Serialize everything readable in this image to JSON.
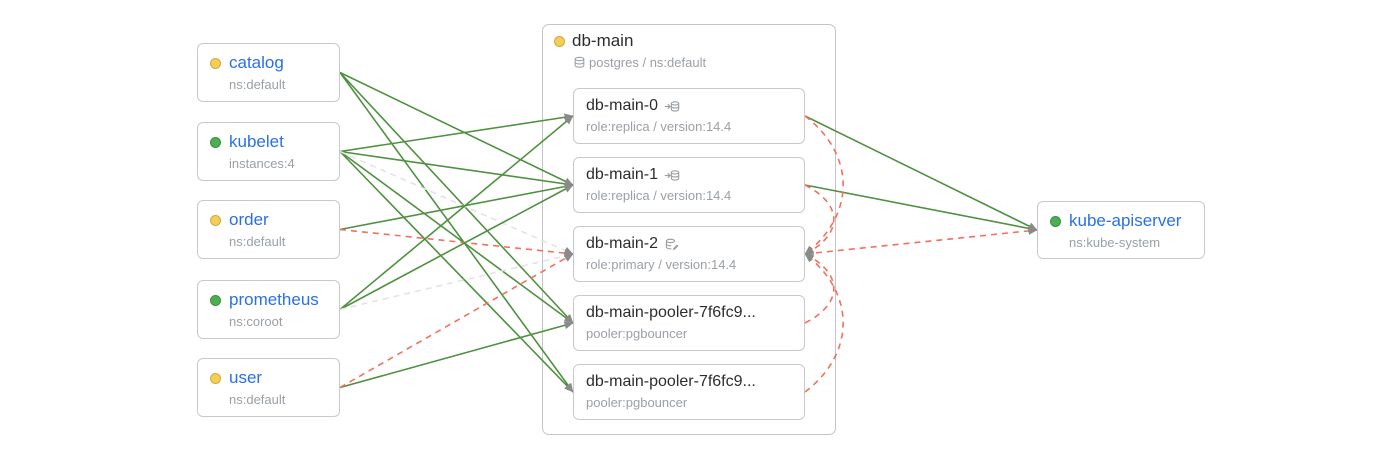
{
  "diagram": {
    "left_nodes": [
      {
        "id": "catalog",
        "title": "catalog",
        "subtitle": "ns:default",
        "status": "yellow"
      },
      {
        "id": "kubelet",
        "title": "kubelet",
        "subtitle": "instances:4",
        "status": "green"
      },
      {
        "id": "order",
        "title": "order",
        "subtitle": "ns:default",
        "status": "yellow"
      },
      {
        "id": "prometheus",
        "title": "prometheus",
        "subtitle": "ns:coroot",
        "status": "green"
      },
      {
        "id": "user",
        "title": "user",
        "subtitle": "ns:default",
        "status": "yellow"
      }
    ],
    "group": {
      "id": "db-main",
      "title": "db-main",
      "subtitle": "postgres / ns:default",
      "status": "yellow",
      "instances": [
        {
          "id": "db-main-0",
          "title": "db-main-0",
          "subtitle": "role:replica / version:14.4",
          "icon": "database-import-icon"
        },
        {
          "id": "db-main-1",
          "title": "db-main-1",
          "subtitle": "role:replica / version:14.4",
          "icon": "database-import-icon"
        },
        {
          "id": "db-main-2",
          "title": "db-main-2",
          "subtitle": "role:primary / version:14.4",
          "icon": "database-edit-icon"
        },
        {
          "id": "pooler-a",
          "title": "db-main-pooler-7f6fc9...",
          "subtitle": "pooler:pgbouncer",
          "icon": null
        },
        {
          "id": "pooler-b",
          "title": "db-main-pooler-7f6fc9...",
          "subtitle": "pooler:pgbouncer",
          "icon": null
        }
      ]
    },
    "right_nodes": [
      {
        "id": "kube-apiserver",
        "title": "kube-apiserver",
        "subtitle": "ns:kube-system",
        "status": "green"
      }
    ],
    "edges": [
      {
        "from": "catalog",
        "to": "db-main-1",
        "type": "ok"
      },
      {
        "from": "catalog",
        "to": "pooler-a",
        "type": "ok"
      },
      {
        "from": "catalog",
        "to": "pooler-b",
        "type": "ok"
      },
      {
        "from": "kubelet",
        "to": "db-main-0",
        "type": "ok"
      },
      {
        "from": "kubelet",
        "to": "db-main-1",
        "type": "ok"
      },
      {
        "from": "kubelet",
        "to": "pooler-a",
        "type": "ok"
      },
      {
        "from": "kubelet",
        "to": "pooler-b",
        "type": "ok"
      },
      {
        "from": "kubelet",
        "to": "db-main-2",
        "type": "idle"
      },
      {
        "from": "order",
        "to": "db-main-1",
        "type": "ok"
      },
      {
        "from": "order",
        "to": "db-main-2",
        "type": "warn"
      },
      {
        "from": "prometheus",
        "to": "db-main-0",
        "type": "ok"
      },
      {
        "from": "prometheus",
        "to": "db-main-1",
        "type": "ok"
      },
      {
        "from": "prometheus",
        "to": "db-main-2",
        "type": "idle"
      },
      {
        "from": "user",
        "to": "pooler-a",
        "type": "ok"
      },
      {
        "from": "user",
        "to": "db-main-2",
        "type": "warn"
      },
      {
        "from": "db-main-0",
        "to": "kube-apiserver",
        "type": "ok"
      },
      {
        "from": "db-main-1",
        "to": "kube-apiserver",
        "type": "ok"
      },
      {
        "from": "db-main-2",
        "to": "kube-apiserver",
        "type": "warn"
      },
      {
        "from": "db-main-0",
        "to": "db-main-2",
        "type": "warn",
        "curve": true
      },
      {
        "from": "db-main-1",
        "to": "db-main-2",
        "type": "warn",
        "curve": true
      },
      {
        "from": "pooler-a",
        "to": "db-main-2",
        "type": "warn",
        "curve": true
      },
      {
        "from": "pooler-b",
        "to": "db-main-2",
        "type": "warn",
        "curve": true
      }
    ],
    "colors": {
      "ok_edge": "#4f9140",
      "warn_edge": "#f2705f",
      "idle_edge": "#e3e3e3",
      "arrow": "#8a8a8a",
      "link_text": "#2970e8",
      "title_text": "#2d2d2d",
      "subtitle_text": "#9aa0a6",
      "status_yellow": "#f4cf56",
      "status_yellow_border": "#d2a93c",
      "status_green": "#4caf50",
      "status_green_border": "#3a8f3f"
    }
  }
}
